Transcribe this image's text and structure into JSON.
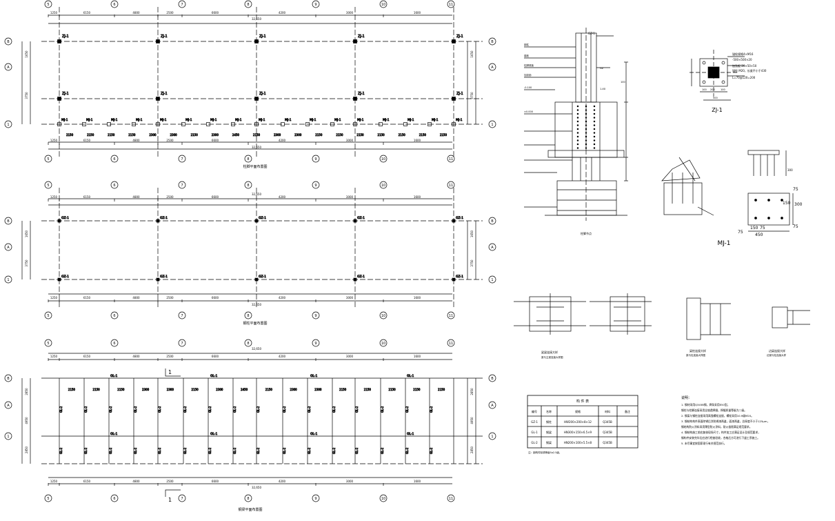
{
  "axes": {
    "cols": [
      "5",
      "6",
      "7",
      "8",
      "9",
      "10",
      "11"
    ],
    "rows": [
      "B",
      "A",
      "1"
    ]
  },
  "plan1": {
    "column_tag": "ZJ-1",
    "beam_tag": "MJ-1",
    "top_dims": [
      "1250",
      "6150",
      "4800",
      "2500",
      "6600",
      "4200",
      "3000",
      "1600"
    ],
    "total": "32,650",
    "row_dims": [
      "1650",
      "3750"
    ],
    "sub_dims": [
      "2150",
      "2150",
      "2150",
      "2150",
      "2300",
      "2300",
      "2150",
      "2300",
      "2450",
      "2150",
      "2300",
      "2300",
      "2150",
      "2150",
      "2150",
      "2150",
      "2150",
      "2150",
      "2150"
    ],
    "caption": "柱脚平面布置图"
  },
  "plan2": {
    "column_tag": "GZ-1",
    "top_dims": [
      "1250",
      "6150",
      "4800",
      "2500",
      "6600",
      "4200",
      "3000",
      "1600"
    ],
    "total": "32,650",
    "row_dims": [
      "1650",
      "3750"
    ],
    "caption": "钢柱平面布置图"
  },
  "plan3": {
    "beam_main": "GL-1",
    "beam_sec": "GL-2",
    "top_dims": [
      "1250",
      "6150",
      "4800",
      "2500",
      "6600",
      "4200",
      "3000",
      "1600"
    ],
    "total": "32,650",
    "row_dims": [
      "2850",
      "4950",
      "2850"
    ],
    "sub_dims": [
      "2150",
      "2150",
      "2150",
      "2300",
      "2300",
      "2150",
      "2300",
      "2450",
      "2150",
      "2300",
      "2300",
      "2150",
      "2150",
      "2150",
      "2150",
      "2150"
    ],
    "section_mark": "1",
    "caption": "钢梁平面布置图"
  },
  "detail_section": {
    "caption": "柱脚节点",
    "labels": [
      "GZ-1",
      "钢柱",
      "锚栓",
      "柱脚底板",
      "加劲肋",
      "-0.100",
      "±0.000",
      "GZ",
      "1-XX",
      "100"
    ]
  },
  "zj1": {
    "title": "ZJ-1",
    "notes": [
      "锚栓规格4×M16",
      "-500×500×20",
      "加劲板 20×50×50",
      "锚栓 M20，长度不小于430",
      "L=70@120=200"
    ],
    "dims": [
      "100",
      "200",
      "100",
      "500",
      "1000"
    ]
  },
  "mj1": {
    "title": "MJ-1",
    "dims": [
      "300",
      "75",
      "150",
      "150",
      "75",
      "150",
      "150",
      "75",
      "450",
      "75"
    ]
  },
  "node_details": [
    {
      "caption": "梁梁连接大样",
      "sub": "梁与主梁连接大样图"
    },
    {
      "caption": "",
      "sub": ""
    },
    {
      "caption": "梁柱连接大样",
      "sub": "梁与柱连接大样图"
    },
    {
      "caption": "边梁连接大样",
      "sub": "边梁与柱连接大样"
    }
  ],
  "table": {
    "title": "构 件 表",
    "headers": [
      "编号",
      "名称",
      "规格",
      "材料",
      "备注"
    ],
    "rows": [
      [
        "GZ-1",
        "钢柱",
        "HW200×200×8×12",
        "Q345B",
        ""
      ],
      [
        "GL-1",
        "钢梁",
        "HN300×150×6.5×9",
        "Q345B",
        ""
      ],
      [
        "GL-2",
        "钢梁",
        "HN200×100×5.5×8",
        "Q345B",
        ""
      ]
    ],
    "footnote": "注：钢构件除锈等级Sa2.5级。"
  },
  "notes": {
    "title": "说明：",
    "items": [
      "1. 钢材采用Q345B钢，焊条采用E50型。",
      "   钢柱与柱脚连接采用全熔透焊缝，焊缝质量等级为二级。",
      "2. 钢梁与钢柱连接采用高强螺栓连接，螺栓采用10.9级M20。",
      "3. 钢结构构件表面除锈后涂防锈漆两道，面漆两道，总厚度不小于125μm，",
      "   钢结构防火涂料采用薄型防火涂料，耐火极限满足规范要求。",
      "4. 钢结构施工前应复核现场尺寸，构件加工应满足设计及规范要求，",
      "   钢构件安装完毕后应进行检查验收，合格后方可进行下道工序施工。",
      "5. 未尽事宜按国家现行有关规范执行。"
    ]
  }
}
